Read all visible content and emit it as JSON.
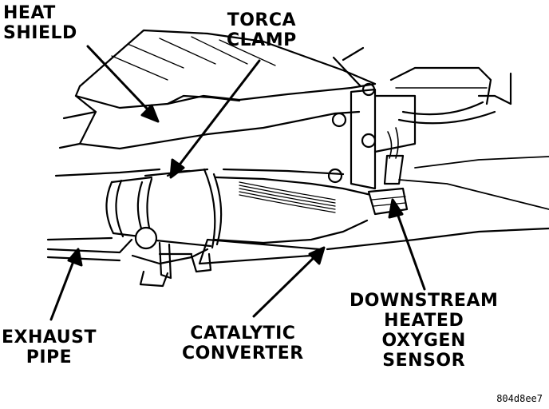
{
  "labels": {
    "heat_shield": [
      "HEAT",
      "SHIELD"
    ],
    "torca_clamp": [
      "TORCA",
      "CLAMP"
    ],
    "exhaust_pipe": [
      "EXHAUST",
      "PIPE"
    ],
    "catalytic_converter": [
      "CATALYTIC",
      "CONVERTER"
    ],
    "downstream_sensor": [
      "DOWNSTREAM",
      "HEATED",
      "OXYGEN",
      "SENSOR"
    ]
  },
  "figure_id": "804d8ee7",
  "colors": {
    "ink": "#000000",
    "paper": "#ffffff"
  }
}
